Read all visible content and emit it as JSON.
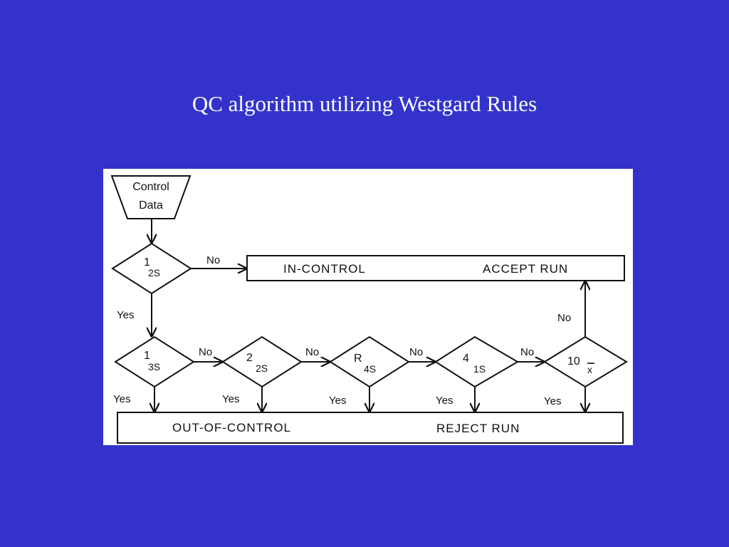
{
  "slide": {
    "title": "QC algorithm utilizing Westgard Rules"
  },
  "flowchart": {
    "start": {
      "line1": "Control",
      "line2": "Data"
    },
    "decisions": {
      "d1": {
        "main": "1",
        "sub": "2S"
      },
      "d2": {
        "main": "1",
        "sub": "3S"
      },
      "d3": {
        "main": "2",
        "sub": "2S"
      },
      "d4": {
        "main": "R",
        "sub": "4S"
      },
      "d5": {
        "main": "4",
        "sub": "1S"
      },
      "d6": {
        "main": "10",
        "sub": "x"
      }
    },
    "in_control": {
      "label": "IN-CONTROL",
      "action": "ACCEPT RUN"
    },
    "out_control": {
      "label": "OUT-OF-CONTROL",
      "action": "REJECT RUN"
    },
    "edge_labels": {
      "no": "No",
      "yes": "Yes"
    }
  }
}
